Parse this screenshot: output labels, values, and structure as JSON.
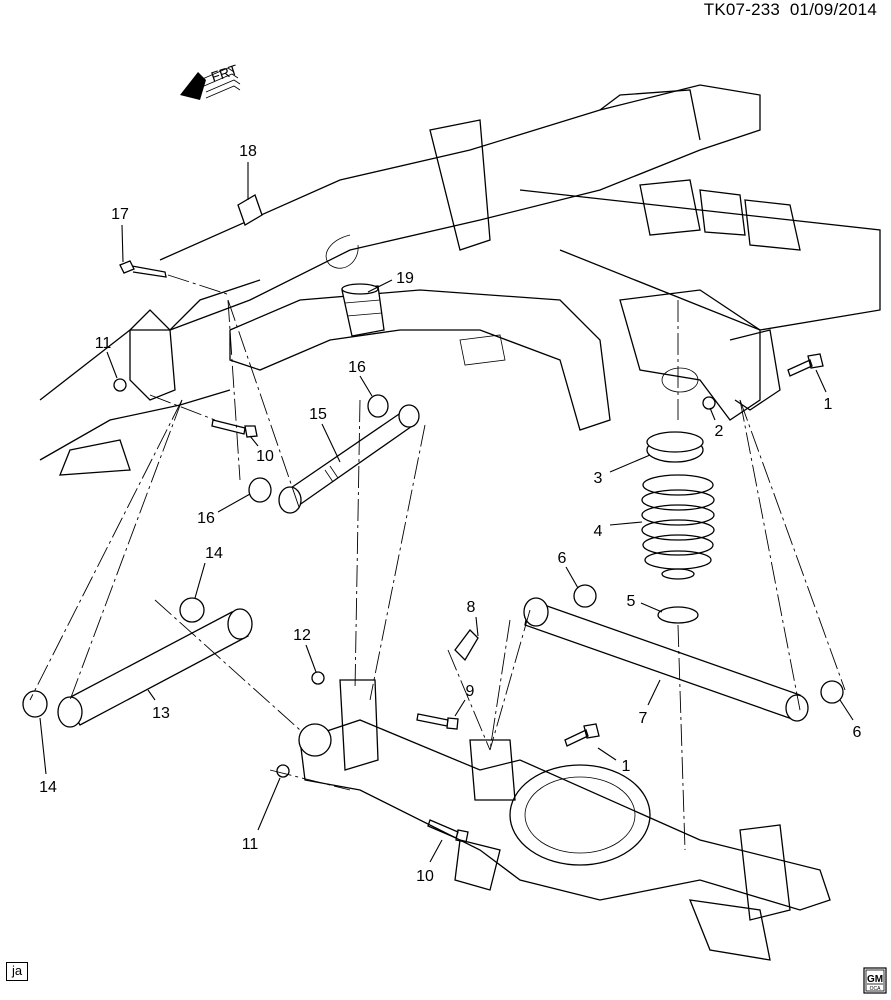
{
  "header": {
    "diagram_id": "TK07-233",
    "date": "01/09/2014"
  },
  "front_indicator": "FRT",
  "footer": {
    "artist_initials": "ja",
    "logo_text": "GM OCA"
  },
  "callouts": [
    "18",
    "17",
    "19",
    "11",
    "16",
    "15",
    "10",
    "16",
    "1",
    "2",
    "3",
    "4",
    "6",
    "14",
    "8",
    "5",
    "12",
    "9",
    "7",
    "13",
    "6",
    "1",
    "14",
    "11",
    "10"
  ]
}
